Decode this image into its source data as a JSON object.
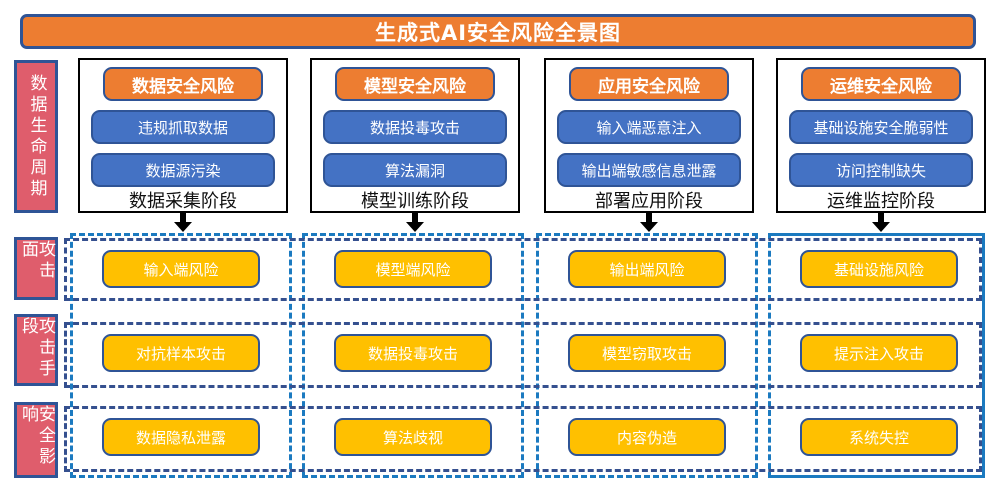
{
  "title": "生成式AI安全风险全景图",
  "colors": {
    "banner_fill": "#ED7D31",
    "header_fill": "#ED7D31",
    "item_fill": "#4472C4",
    "cell_fill": "#FFC000",
    "side_label_fill": "#DF5D6C",
    "navy_border": "#2F5496",
    "column_dash": "#1B7AC0",
    "row_dash": "#35508F"
  },
  "lifecycle": {
    "side_label": "数据生命周期",
    "columns": [
      {
        "header": "数据安全风险",
        "items": [
          "违规抓取数据",
          "数据源污染"
        ],
        "stage": "数据采集阶段"
      },
      {
        "header": "模型安全风险",
        "items": [
          "数据投毒攻击",
          "算法漏洞"
        ],
        "stage": "模型训练阶段"
      },
      {
        "header": "应用安全风险",
        "items": [
          "输入端恶意注入",
          "输出端敏感信息泄露"
        ],
        "stage": "部署应用阶段"
      },
      {
        "header": "运维安全风险",
        "items": [
          "基础设施安全脆弱性",
          "访问控制缺失"
        ],
        "stage": "运维监控阶段"
      }
    ]
  },
  "rows": [
    {
      "side_label": "攻击面",
      "cells": [
        "输入端风险",
        "模型端风险",
        "输出端风险",
        "基础设施风险"
      ]
    },
    {
      "side_label": "攻击手段",
      "cells": [
        "对抗样本攻击",
        "数据投毒攻击",
        "模型窃取攻击",
        "提示注入攻击"
      ]
    },
    {
      "side_label": "安全影响",
      "cells": [
        "数据隐私泄露",
        "算法歧视",
        "内容伪造",
        "系统失控"
      ]
    }
  ]
}
